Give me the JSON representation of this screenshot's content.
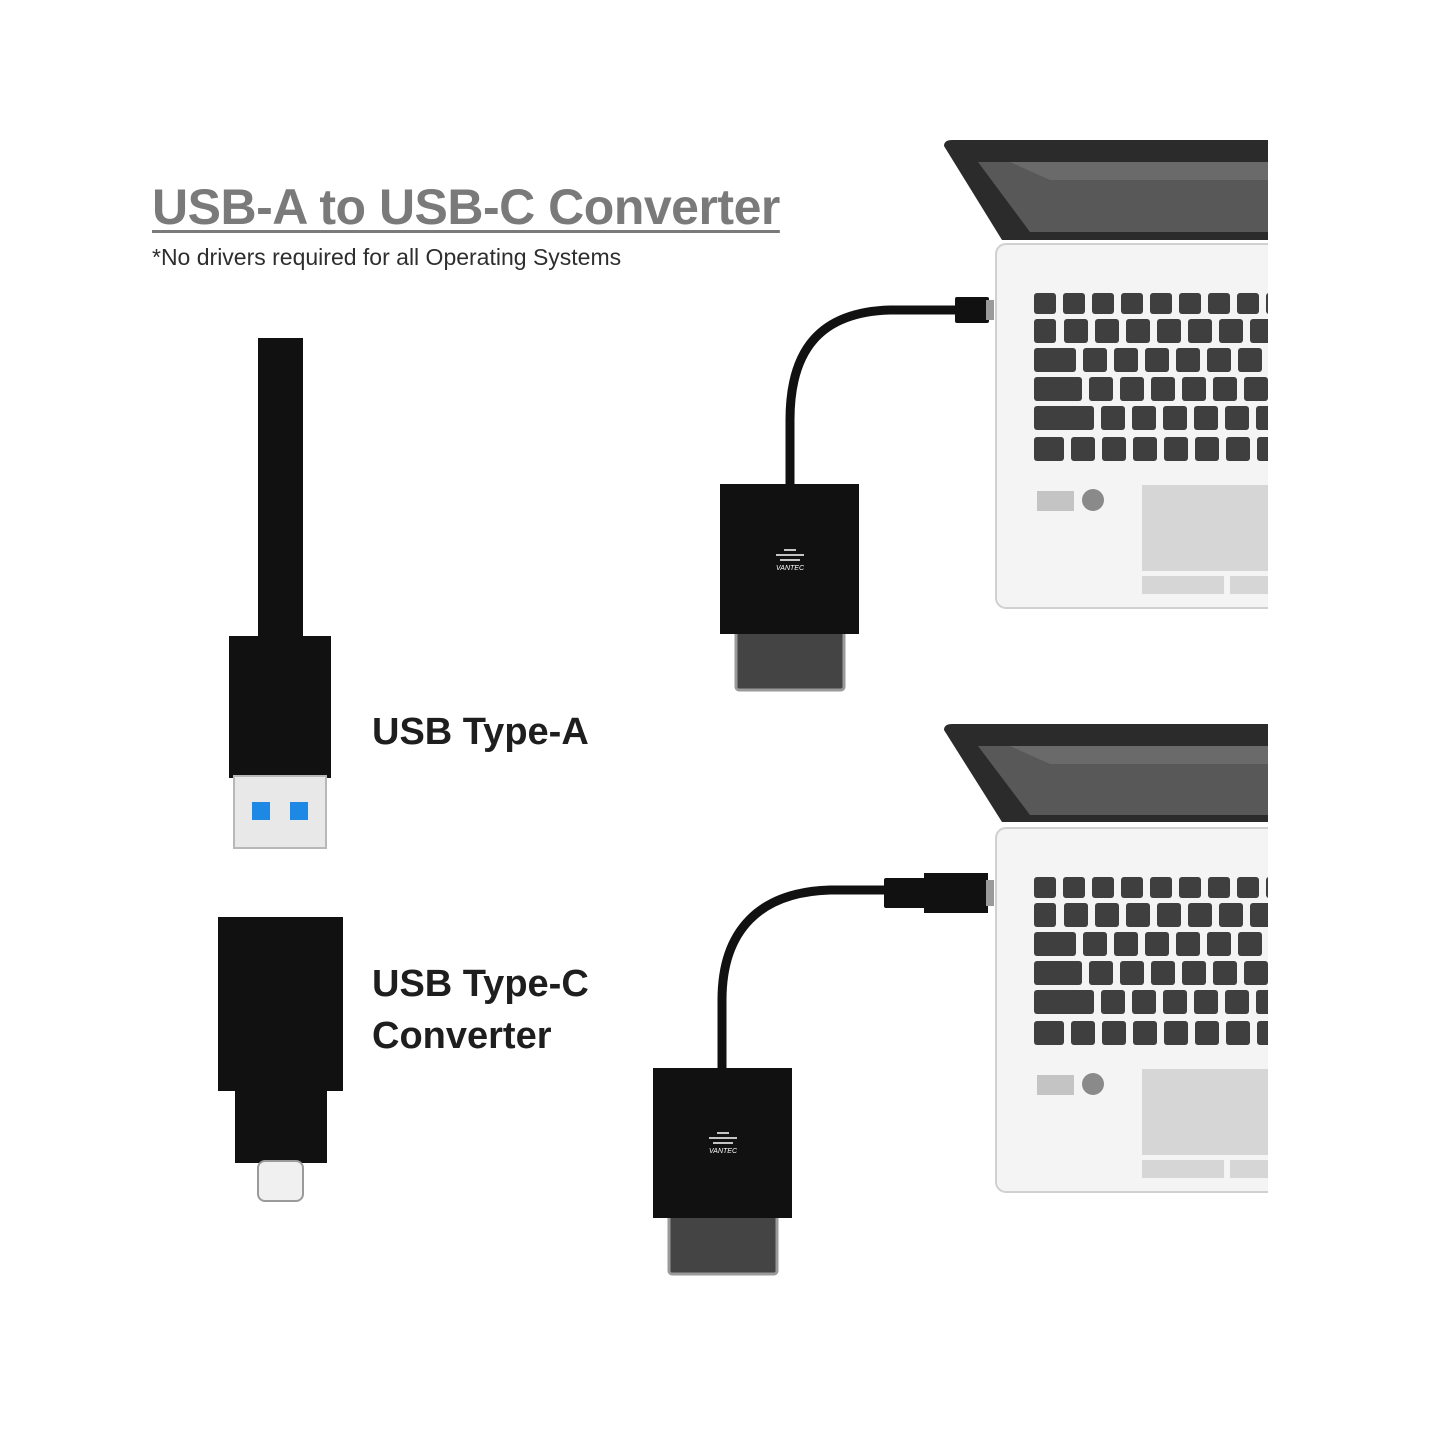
{
  "title": "USB-A to USB-C Converter",
  "subtitle": "*No drivers required for all Operating Systems",
  "labels": {
    "type_a": "USB Type-A",
    "type_c_line1": "USB Type-C",
    "type_c_line2": "Converter"
  },
  "brand_logo_text": "VANTEC",
  "colors": {
    "title": "#7a7a7a",
    "text": "#1e1e1e",
    "device_black": "#111111",
    "usb3_blue": "#1e88e5",
    "laptop_bezel": "#2b2b2b",
    "laptop_screen": "#585858",
    "laptop_body": "#f4f4f4",
    "keys": "#3f3f3f",
    "touchpad": "#d6d6d6"
  },
  "icons": [
    "usb-a-cable-icon",
    "usb-c-converter-icon",
    "laptop-icon",
    "usb-adapter-icon",
    "vantec-logo-icon"
  ]
}
